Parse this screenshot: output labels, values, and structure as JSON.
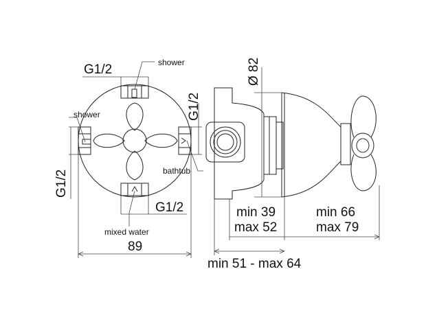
{
  "front_view": {
    "labels": {
      "top_thread": "G1/2",
      "top_outlet": "shower",
      "left_outlet": "shower",
      "right_thread": "G1/2",
      "right_outlet": "bathtub",
      "left_thread": "G1/2",
      "bottom_thread": "G1/2",
      "bottom_outlet": "mixed water",
      "width": "89"
    }
  },
  "side_view": {
    "labels": {
      "diameter": "Ø 82",
      "body_min": "min 39",
      "body_max": "max 52",
      "handle_min": "min 66",
      "handle_max": "max 79",
      "total": "min 51 - max 64"
    }
  },
  "colors": {
    "line": "#222222",
    "background": "#ffffff"
  }
}
